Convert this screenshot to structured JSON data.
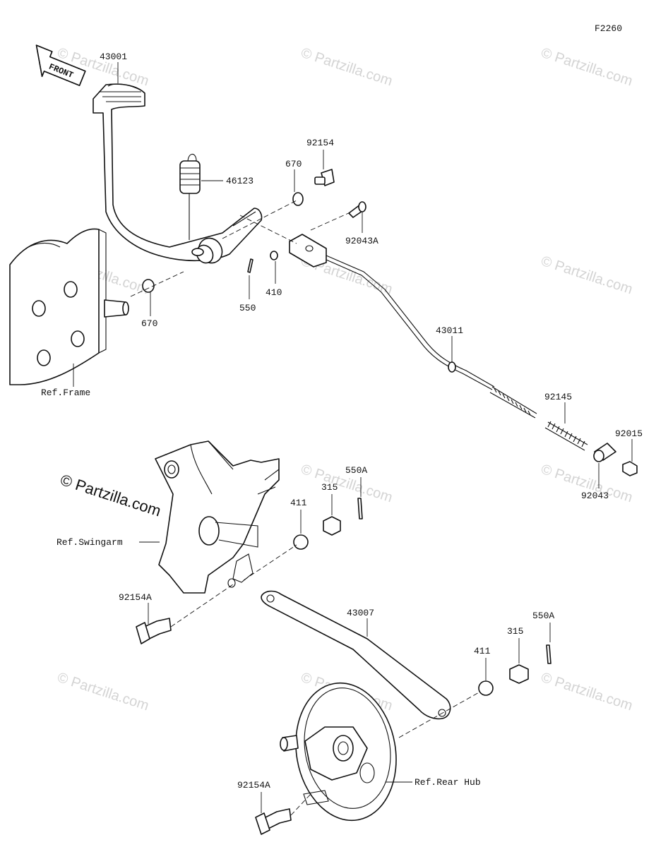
{
  "figure_code": "F2260",
  "brand": "© Partzilla.com",
  "watermark": "© Partzilla.com",
  "front_arrow": "FRONT",
  "labels": {
    "p43001": "43001",
    "p46123": "46123",
    "p670a": "670",
    "p670b": "670",
    "p92154": "92154",
    "p92043A": "92043A",
    "p410": "410",
    "p550": "550",
    "p43011": "43011",
    "p92145": "92145",
    "p92015": "92015",
    "p92043": "92043",
    "ref_frame": "Ref.Frame",
    "p550A_top": "550A",
    "p315_top": "315",
    "p411_top": "411",
    "ref_swingarm": "Ref.Swingarm",
    "p92154A_top": "92154A",
    "p43007": "43007",
    "p550A_bot": "550A",
    "p315_bot": "315",
    "p411_bot": "411",
    "ref_rear_hub": "Ref.Rear Hub",
    "p92154A_bot": "92154A"
  }
}
